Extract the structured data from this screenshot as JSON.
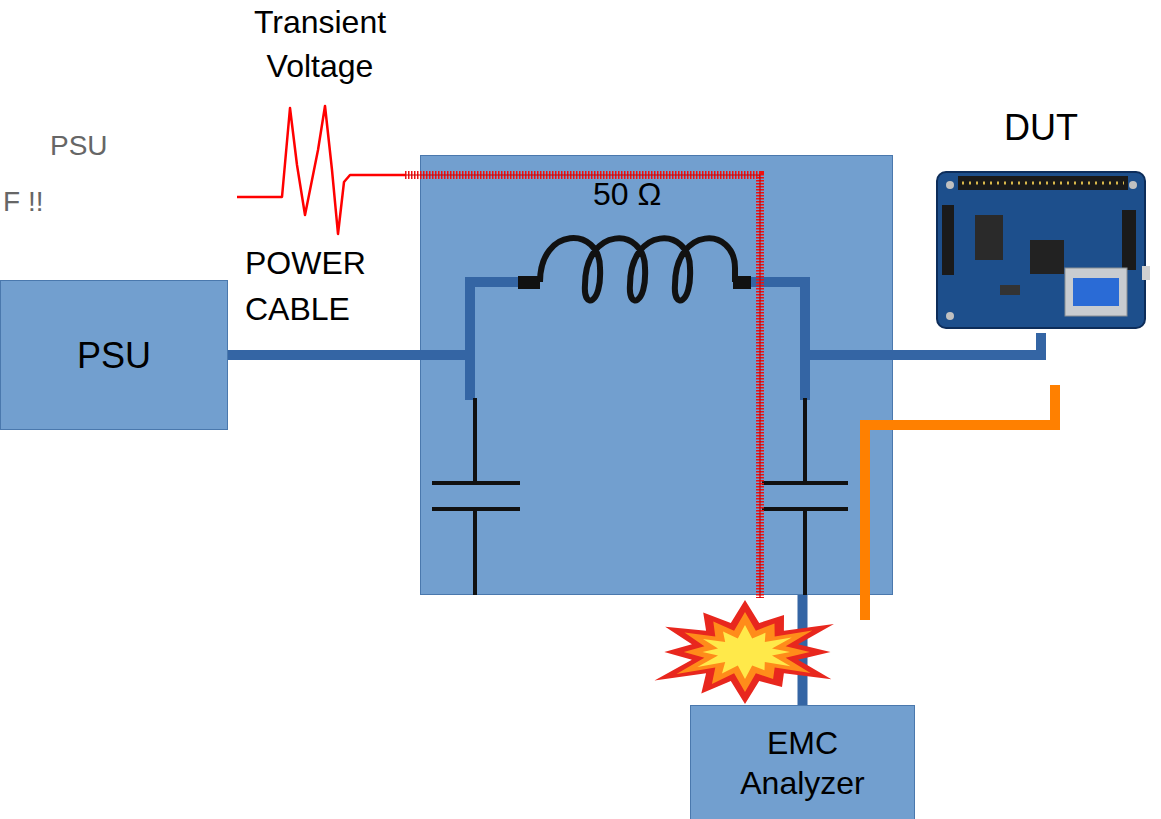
{
  "diagram": {
    "nodes": [
      {
        "text": [
          "PSU"
        ]
      },
      {
        "text": [
          "50 Ω"
        ]
      },
      {
        "text": [
          "DUT"
        ]
      },
      {
        "text": [
          "EMC Analyzer"
        ]
      }
    ],
    "edges": [
      {
        "from": 0,
        "to": 1,
        "arrow": "none"
      },
      {
        "from": 1,
        "to": 2,
        "arrow": "none"
      },
      {
        "from": 1,
        "to": 3,
        "arrow": "none"
      }
    ],
    "labels": [
      "Transient Voltage",
      "PSU",
      "F !!",
      "POWER CABLE"
    ]
  }
}
